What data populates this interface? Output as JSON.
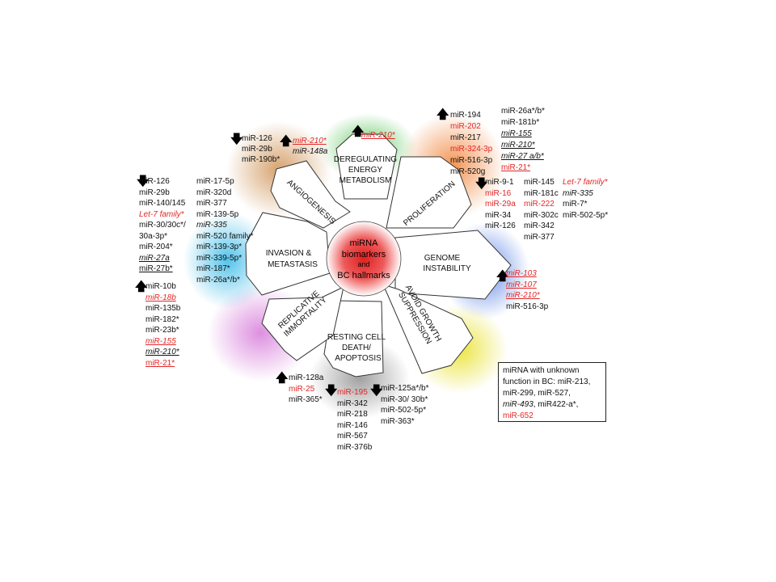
{
  "center": {
    "line1": "miRNA",
    "line2": "biomarkers",
    "line3": "and",
    "line4": "BC hallmarks"
  },
  "petals": {
    "energy": [
      "DEREGULATING",
      "ENERGY",
      "METABOLISM"
    ],
    "proliferation": [
      "PROLIFERATION"
    ],
    "genome": [
      "GENOME",
      "INSTABILITY"
    ],
    "growth": [
      "AVOID GROWTH",
      "SUPPRESSION"
    ],
    "apoptosis": [
      "RESTING CELL",
      "DEATH/",
      "APOPTOSIS"
    ],
    "replicative": [
      "REPLICATIVE",
      "IMMORTALITY"
    ],
    "invasion": [
      "INVASION &",
      "METASTASIS"
    ],
    "angiogenesis": [
      "ANGIOGENESIS"
    ]
  },
  "arrows": {
    "up": "🡅",
    "down": "🡇"
  },
  "lists": {
    "energy": [
      {
        "t": "miR-210*",
        "c": "red",
        "s": "it ul"
      }
    ],
    "angio_down": [
      {
        "t": "miR-126"
      },
      {
        "t": "miR-29b"
      },
      {
        "t": "miR-190b*"
      }
    ],
    "angio_up": [
      {
        "t": "miR-210*",
        "c": "red",
        "s": "it ul"
      },
      {
        "t": "miR-148a",
        "s": "it"
      }
    ],
    "prolif_up": [
      {
        "t": "miR-194"
      },
      {
        "t": "miR-202",
        "c": "red"
      },
      {
        "t": "miR-217"
      },
      {
        "t": "miR-324-3p",
        "c": "red"
      },
      {
        "t": "miR-516-3p"
      },
      {
        "t": "miR-520g"
      }
    ],
    "prolif_up2": [
      {
        "t": "miR-26a*/b*"
      },
      {
        "t": "miR-181b*"
      },
      {
        "t": "miR-155",
        "s": "it ul"
      },
      {
        "t": "miR-210*",
        "s": "it ul"
      },
      {
        "t": "miR-27 a/b*",
        "s": "it ul"
      },
      {
        "t": "miR-21*",
        "c": "red",
        "s": "ul"
      }
    ],
    "prolif_down1": [
      {
        "t": "miR-9-1"
      },
      {
        "t": "miR-16",
        "c": "red"
      },
      {
        "t": "miR-29a",
        "c": "red"
      },
      {
        "t": "miR-34"
      },
      {
        "t": "miR-126"
      }
    ],
    "prolif_down2": [
      {
        "t": "miR-145"
      },
      {
        "t": "miR-181c"
      },
      {
        "t": "miR-222",
        "c": "red"
      },
      {
        "t": "miR-302c"
      },
      {
        "t": "miR-342"
      },
      {
        "t": "miR-377"
      }
    ],
    "prolif_down3": [
      {
        "t": "Let-7 family*",
        "c": "red",
        "s": "it"
      },
      {
        "t": "miR-335",
        "s": "it"
      },
      {
        "t": "miR-7*"
      },
      {
        "t": "miR-502-5p*"
      }
    ],
    "genome_up": [
      {
        "t": "miR-103",
        "c": "red",
        "s": "it ul"
      },
      {
        "t": "miR-107",
        "c": "red",
        "s": "it ul"
      },
      {
        "t": "miR-210*",
        "c": "red",
        "s": "it ul"
      },
      {
        "t": "miR-516-3p"
      }
    ],
    "invasion_down": [
      {
        "t": "miR-126"
      },
      {
        "t": "miR-29b"
      },
      {
        "t": "miR-140/145"
      },
      {
        "t": "Let-7 family*",
        "c": "red",
        "s": "it"
      },
      {
        "t": "miR-30/30c*/"
      },
      {
        "t": "30a-3p*"
      },
      {
        "t": "miR-204*"
      },
      {
        "t": "miR-27a",
        "s": "it ul"
      },
      {
        "t": "miR-27b*",
        "s": "ul"
      }
    ],
    "invasion_col2": [
      {
        "t": "miR-17-5p"
      },
      {
        "t": "miR-320d"
      },
      {
        "t": "miR-377"
      },
      {
        "t": "miR-139-5p"
      },
      {
        "t": "miR-335",
        "s": "it"
      },
      {
        "t": "miR-520 family*"
      },
      {
        "t": "miR-139-3p*"
      },
      {
        "t": "miR-339-5p*"
      },
      {
        "t": "miR-187*"
      },
      {
        "t": "miR-26a*/b*"
      }
    ],
    "replic_up": [
      {
        "t": "miR-10b"
      },
      {
        "t": "miR-18b",
        "c": "red",
        "s": "it ul"
      },
      {
        "t": "miR-135b"
      },
      {
        "t": "miR-182*"
      },
      {
        "t": "miR-23b*"
      },
      {
        "t": "miR-155",
        "c": "red",
        "s": "it ul"
      },
      {
        "t": "miR-210*",
        "s": "it ul"
      },
      {
        "t": "miR-21*",
        "c": "red",
        "s": "ul"
      }
    ],
    "apop_up": [
      {
        "t": "miR-128a"
      },
      {
        "t": "miR-25",
        "c": "red"
      },
      {
        "t": "miR-365*"
      }
    ],
    "apop_down": [
      {
        "t": "miR-195",
        "c": "red"
      },
      {
        "t": "miR-342"
      },
      {
        "t": "miR-218"
      },
      {
        "t": "miR-146"
      },
      {
        "t": "miR-567"
      },
      {
        "t": "miR-376b"
      }
    ],
    "growth_down": [
      {
        "t": "miR-125a*/b*"
      },
      {
        "t": "miR-30/ 30b*"
      },
      {
        "t": "miR-502-5p*"
      },
      {
        "t": "miR-363*"
      }
    ]
  },
  "unknown_box": {
    "l1": "miRNA with unknown",
    "l2": "function in BC: miR-213,",
    "l3": "miR-299, miR-527,",
    "l4a": "miR-493",
    "l4b": ", miR422-a*,",
    "l5": "miR-652"
  },
  "colors": {
    "red": "#e32626",
    "petal_energy": "#3dbb3d",
    "petal_prolif": "#f07a2a",
    "petal_genome": "#3f6fe0",
    "petal_growth": "#e8e020",
    "petal_apop": "#8a8a8a",
    "petal_replic": "#d26ad6",
    "petal_invasion": "#2ab5e6",
    "petal_angio": "#c8843f"
  }
}
